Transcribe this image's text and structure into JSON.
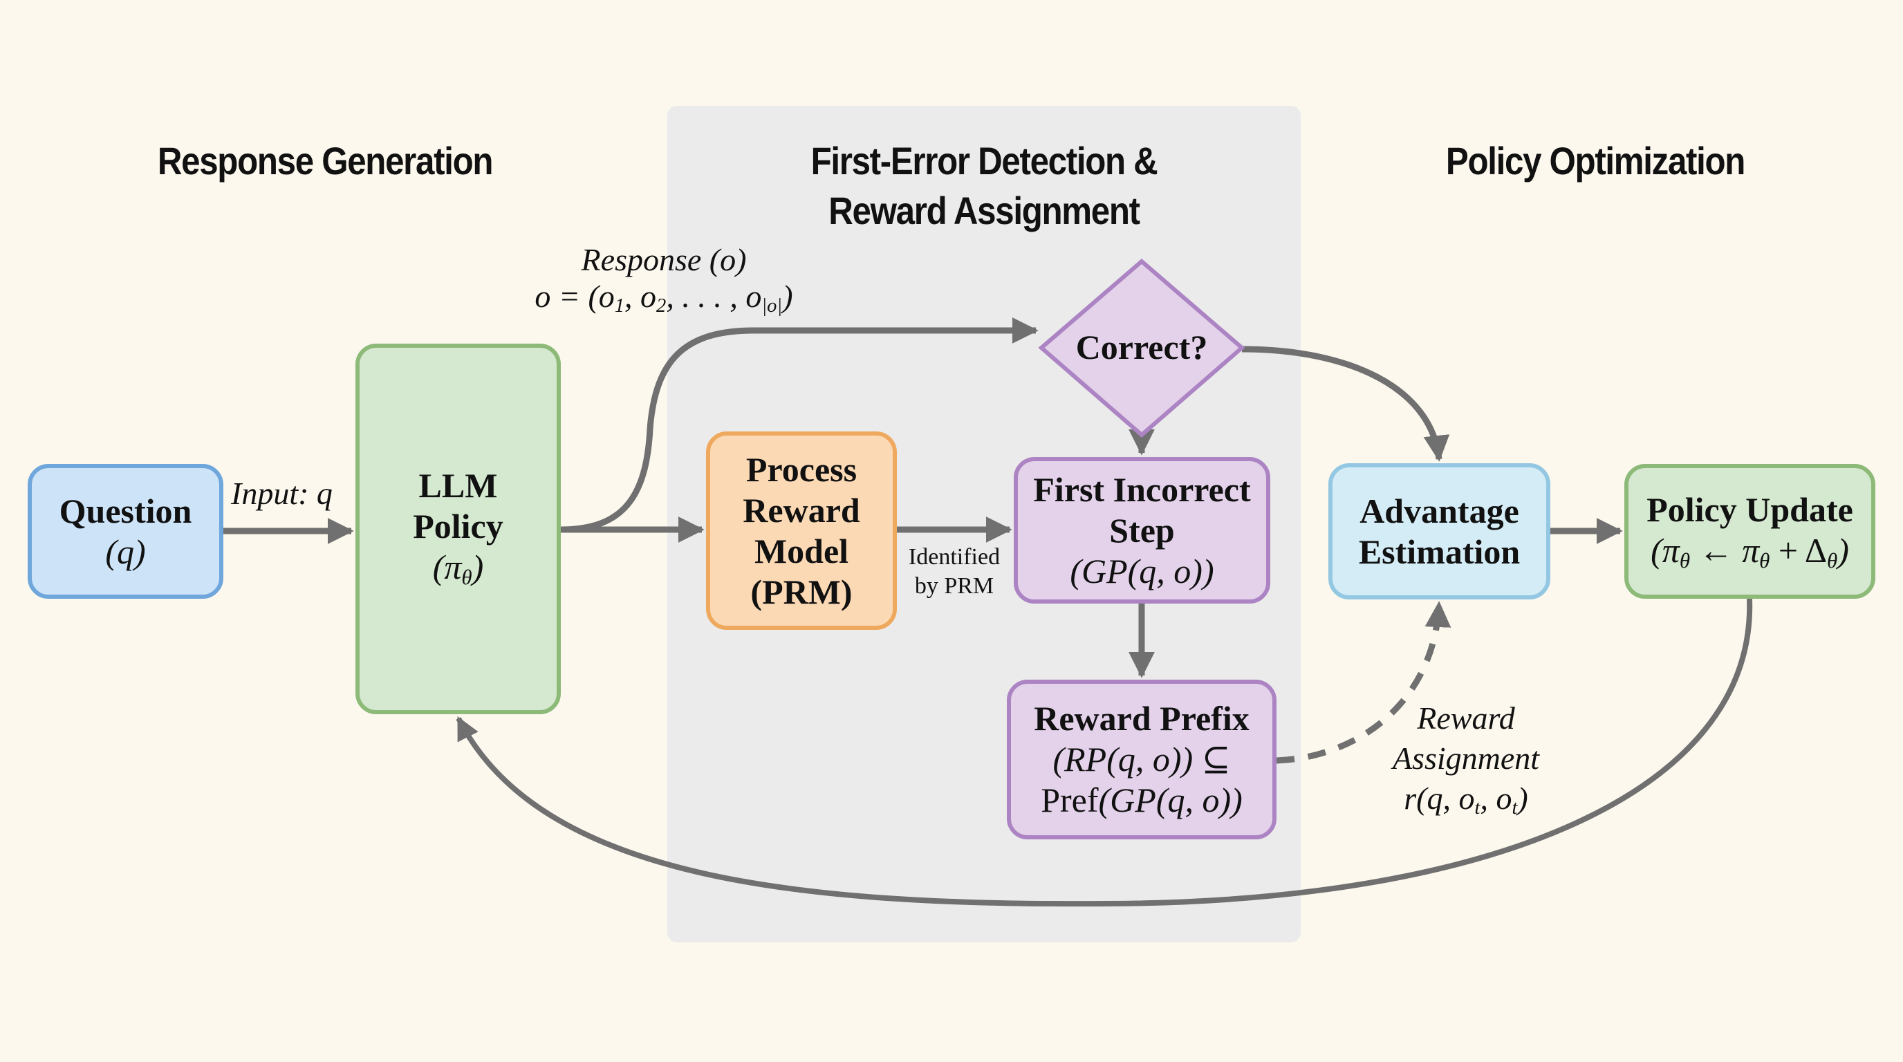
{
  "figure": {
    "sections": {
      "left_title": "Response Generation",
      "middle_title_line1": "First-Error Detection &",
      "middle_title_line2": "Reward Assignment",
      "right_title": "Policy Optimization"
    },
    "nodes": {
      "question": {
        "title": "Question",
        "symbol": "(q)"
      },
      "llm_policy": {
        "title_line1": "LLM",
        "title_line2": "Policy",
        "symbol_base": "(π",
        "symbol_sub": "θ",
        "symbol_close": ")"
      },
      "prm": {
        "line1": "Process",
        "line2": "Reward",
        "line3": "Model",
        "line4": "(PRM)"
      },
      "correct_check": {
        "label": "Correct?"
      },
      "first_incorrect_step": {
        "line1": "First Incorrect",
        "line2": "Step",
        "formula": "(GP(q, o))"
      },
      "reward_prefix": {
        "title": "Reward Prefix",
        "formula1": "(RP(q, o)) ⊆",
        "formula2_prefix": "Pref",
        "formula2_rest": "(GP(q, o))"
      },
      "advantage_estimation": {
        "line1": "Advantage",
        "line2": "Estimation"
      },
      "policy_update": {
        "title": "Policy Update",
        "formula_parts": [
          "(π",
          "θ",
          " ← π",
          "θ",
          " + Δ",
          "θ",
          ")"
        ]
      }
    },
    "edge_labels": {
      "input": "Input: q",
      "response_title": "Response",
      "response_symbol": " (o)",
      "response_formula_a": "o = (o",
      "response_formula_sub1": "1",
      "response_formula_b": ", o",
      "response_formula_sub2": "2",
      "response_formula_c": ", . . . , o",
      "response_formula_sub3": "|o|",
      "response_formula_d": ")",
      "identified_line1": "Identified",
      "identified_line2": "by PRM",
      "reward_line1": "Reward",
      "reward_line2": "Assignment",
      "reward_formula_a": "r(q, o",
      "reward_formula_sub1": "t",
      "reward_formula_b": ", o",
      "reward_formula_sub2": "t",
      "reward_formula_c": ")"
    },
    "colors": {
      "background": "#FCF8EE",
      "panel": "#EBEBEB",
      "arrow": "#707070",
      "blue_fill": "#CCE3F8",
      "blue_border": "#6FA7DC",
      "green_fill": "#D5E9D0",
      "green_border": "#8DBA78",
      "orange_fill": "#FCD9B5",
      "orange_border": "#EFA95E",
      "purple_fill": "#E3D2EA",
      "purple_border": "#AC84C4",
      "lightblue_fill": "#D4ECF6",
      "lightblue_border": "#93C7E2"
    }
  }
}
